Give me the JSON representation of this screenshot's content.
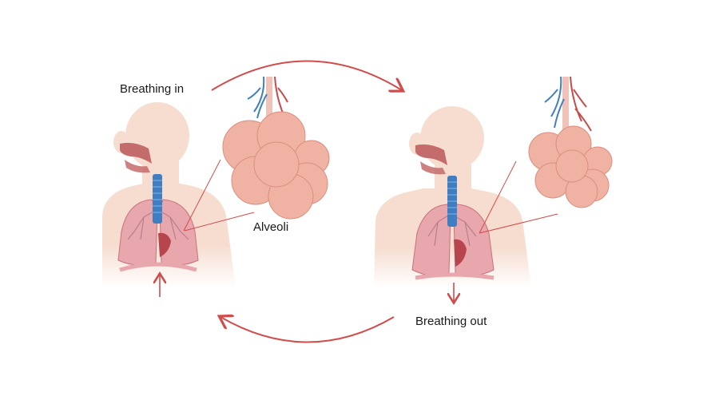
{
  "labels": {
    "breathing_in": "Breathing in",
    "alveoli": "Alveoli",
    "breathing_out": "Breathing out"
  },
  "colors": {
    "arrow": "#d24b4b",
    "skin": "#f6ddd0",
    "skin_shadow": "#efcdbd",
    "lung": "#e8a6ad",
    "lung_edge": "#c9727d",
    "trachea": "#3f7fc1",
    "alveoli": "#f0b3a3",
    "alveoli_edge": "#d98e7e",
    "vein": "#3f7fc1",
    "artery": "#c94a4a",
    "nasal": "#c46b6b"
  }
}
